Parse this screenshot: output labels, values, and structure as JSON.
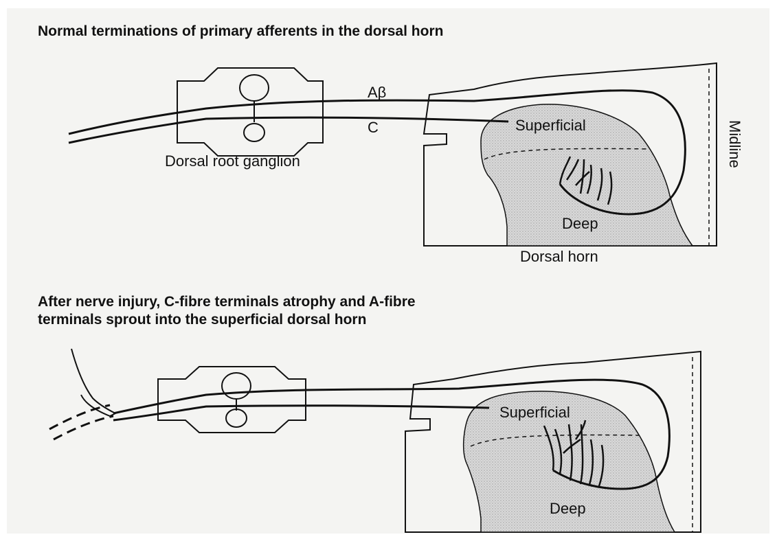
{
  "panels": [
    {
      "title_lines": [
        "Normal terminations of primary afferents in the dorsal horn"
      ],
      "labels": {
        "abeta": "Aβ",
        "c_fibre": "C",
        "ganglion": "Dorsal root ganglion",
        "superficial": "Superficial",
        "deep": "Deep",
        "dorsal_horn": "Dorsal horn",
        "midline": "Midline"
      }
    },
    {
      "title_lines": [
        "After nerve injury, C-fibre terminals atrophy and A-fibre",
        "terminals sprout into the superficial dorsal horn"
      ],
      "labels": {
        "superficial": "Superficial",
        "deep": "Deep"
      }
    }
  ],
  "colors": {
    "background": "#f4f4f2",
    "ink": "#111111",
    "grey_matter": "#d6d6d6"
  }
}
